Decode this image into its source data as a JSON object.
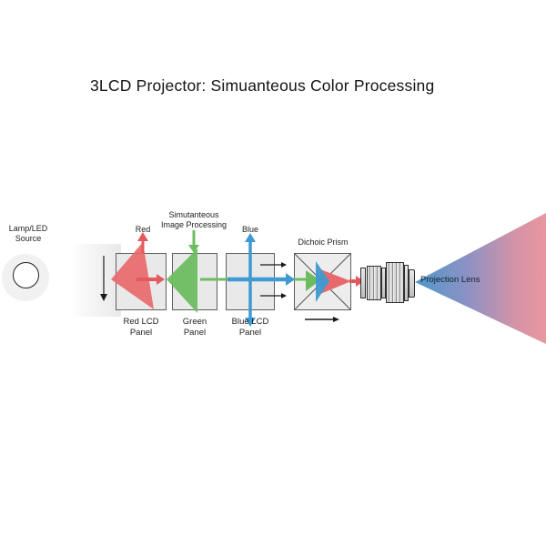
{
  "title": "3LCD Projector: Simuanteous Color Processing",
  "labels": {
    "lamp": "Lamp/LED\nSource",
    "red_light": "Red",
    "green_processing": "Simutanteous\nImage Processing",
    "blue_light": "Blue",
    "prism": "Dichoic Prism",
    "red_panel": "Red LCD\nPanel",
    "green_panel": "Green\nPanel",
    "blue_panel": "Blue LCD\nPanel",
    "lens": "Projection Lens"
  },
  "colors": {
    "red": "#e8696b",
    "red_arrow": "#e35a5c",
    "green": "#6dbd60",
    "blue": "#3f9ad2",
    "black": "#1a1a1a",
    "prism_line": "#555555",
    "beam_blue": "#5097cb",
    "beam_purple": "#9091c3",
    "beam_pink": "#d694a6",
    "beam_end": "#e8979f"
  }
}
